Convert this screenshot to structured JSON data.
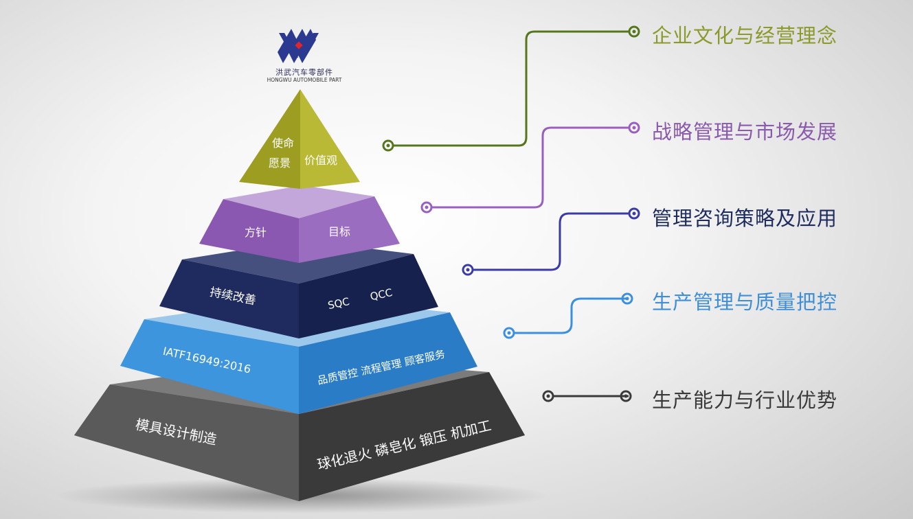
{
  "brand": {
    "name_cn": "洪武汽车零部件",
    "name_en": "HONGWU AUTOMOBILE PART",
    "colors": {
      "blue": "#2b3990",
      "red": "#e0262c"
    }
  },
  "pyramid": {
    "tier1": {
      "left": "使命\n愿景",
      "right": "价值观",
      "color": "#a7a82a"
    },
    "tier2": {
      "left": "方针",
      "right": "目标",
      "color": "#8a5aad"
    },
    "tier3": {
      "left": "持续改善",
      "right_a": "SQC",
      "right_b": "QCC",
      "color": "#1e2b5e"
    },
    "tier4": {
      "left": "IATF16949:2016",
      "right": "品质管控  流程管理  顾客服务",
      "color": "#2f86d0"
    },
    "tier5": {
      "left": "模具设计制造",
      "right": "球化退火  磷皂化  锻压  机加工",
      "color": "#4a4a4a"
    }
  },
  "legend": [
    {
      "text": "企业文化与经营理念",
      "color": "#8b9a2a"
    },
    {
      "text": "战略管理与市场发展",
      "color": "#8a5aad"
    },
    {
      "text": "管理咨询策略及应用",
      "color": "#1e2b5e"
    },
    {
      "text": "生产管理与质量把控",
      "color": "#3f8fd8"
    },
    {
      "text": "生产能力与行业优势",
      "color": "#3a3a3a"
    }
  ],
  "connector_colors": [
    "#55761a",
    "#9a5ec0",
    "#3a3aa8",
    "#3a8fe0",
    "#3a3a3a"
  ]
}
